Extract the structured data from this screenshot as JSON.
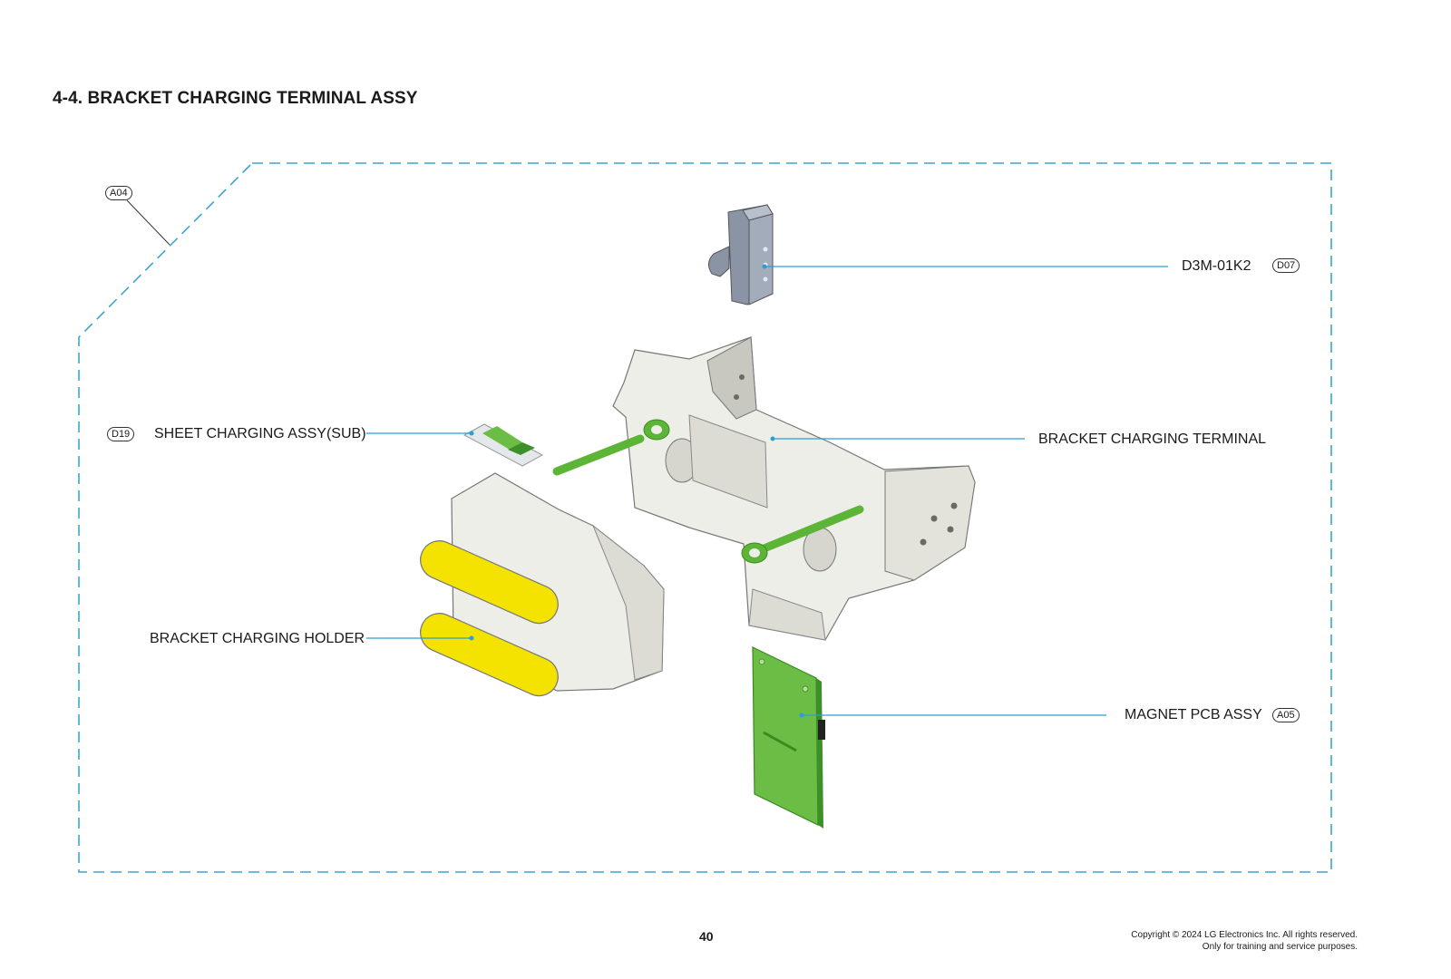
{
  "section_title": "4-4. BRACKET CHARGING TERMINAL ASSY",
  "callouts": {
    "a04_badge": "A04",
    "d07_part": "D3M-01K2",
    "d07_badge": "D07",
    "d19_badge": "D19",
    "d19_part": "SHEET CHARGING ASSY(SUB)",
    "bracket_terminal": "BRACKET CHARGING TERMINAL",
    "bracket_holder": "BRACKET CHARGING HOLDER",
    "a05_part": "MAGNET PCB ASSY",
    "a05_badge": "A05"
  },
  "footer": {
    "page_number": "40",
    "copyright_line1": "Copyright © 2024 LG Electronics Inc. All rights reserved.",
    "copyright_line2": "Only for training and service purposes."
  },
  "colors": {
    "boundary": "#3aa6d0",
    "leader": "#2a9fd6",
    "pcb_green": "#6cbd45",
    "pin_green": "#5cb536",
    "contact_yellow": "#f4e300",
    "part_white": "#eeeee8",
    "part_shade": "#c8c8c0",
    "connector_gray": "#8a94a4"
  }
}
